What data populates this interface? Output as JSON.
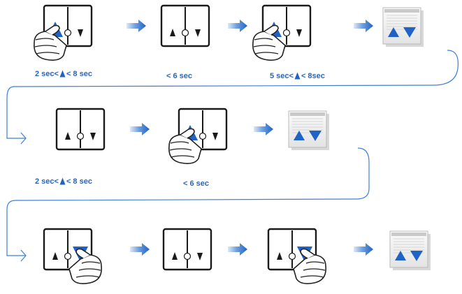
{
  "colors": {
    "accent_blue": "#1f63c6",
    "label_blue": "#2a66b8",
    "connector_blue": "#3f7fd6",
    "frame": "#1a1a1a"
  },
  "icons": {
    "switch": "double-rocker-switch-icon",
    "hand": "pressing-hand-icon",
    "arrow": "blue-right-arrow-icon",
    "result": "blind-position-icon"
  },
  "rows": [
    {
      "steps": [
        {
          "type": "switch",
          "pressed": "up",
          "hand": "left"
        },
        {
          "type": "arrow"
        },
        {
          "type": "switch",
          "pressed": "none"
        },
        {
          "type": "arrow"
        },
        {
          "type": "switch",
          "pressed": "up",
          "hand": "left"
        },
        {
          "type": "arrow"
        },
        {
          "type": "result"
        }
      ],
      "captions": [
        {
          "pre": "2 sec<",
          "post": "< 8 sec",
          "icon": true
        },
        {
          "pre": "< 6 sec",
          "post": "",
          "icon": false
        },
        {
          "pre": "5 sec<",
          "post": "< 8sec",
          "icon": true
        }
      ]
    },
    {
      "steps": [
        {
          "type": "switch",
          "pressed": "none"
        },
        {
          "type": "arrow"
        },
        {
          "type": "switch",
          "pressed": "up",
          "hand": "left"
        },
        {
          "type": "arrow"
        },
        {
          "type": "result"
        }
      ],
      "captions": [
        {
          "pre": "2 sec<",
          "post": "< 8 sec",
          "icon": true
        },
        {
          "pre": "< 6 sec",
          "post": "",
          "icon": false
        }
      ]
    },
    {
      "steps": [
        {
          "type": "switch",
          "pressed": "down",
          "hand": "right"
        },
        {
          "type": "arrow"
        },
        {
          "type": "switch",
          "pressed": "none"
        },
        {
          "type": "arrow"
        },
        {
          "type": "switch",
          "pressed": "down",
          "hand": "right"
        },
        {
          "type": "arrow"
        },
        {
          "type": "result"
        }
      ],
      "captions": []
    }
  ]
}
